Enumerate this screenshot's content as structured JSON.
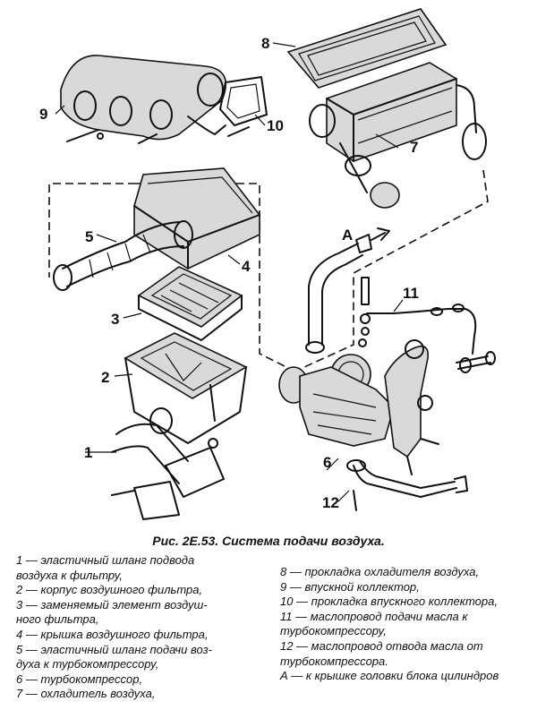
{
  "figure": {
    "callouts": [
      "1",
      "2",
      "3",
      "4",
      "5",
      "6",
      "7",
      "8",
      "9",
      "10",
      "11",
      "12",
      "A"
    ]
  },
  "caption": "Рис. 2Е.53. Система подачи воздуха.",
  "legend_left": [
    "1 — эластичный шланг подвода",
    "воздуха к фильтру,",
    "2 — корпус воздушного фильтра,",
    "3 — заменяемый элемент воздуш-",
    "ного фильтра,",
    "4 — крышка воздушного фильтра,",
    "5 — эластичный шланг подачи воз-",
    "духа к турбокомпрессору,",
    "6 — турбокомпрессор,",
    "7 — охладитель воздуха,"
  ],
  "legend_right": [
    "8 — прокладка охладителя воздуха,",
    "9 — впускной коллектор,",
    "10 — прокладка впускного коллектора,",
    "11 — маслопровод подачи масла к",
    "турбокомпрессору,",
    "12 — маслопровод отвода масла от",
    "турбокомпрессора.",
    "А — к крышке головки блока цилиндров"
  ]
}
